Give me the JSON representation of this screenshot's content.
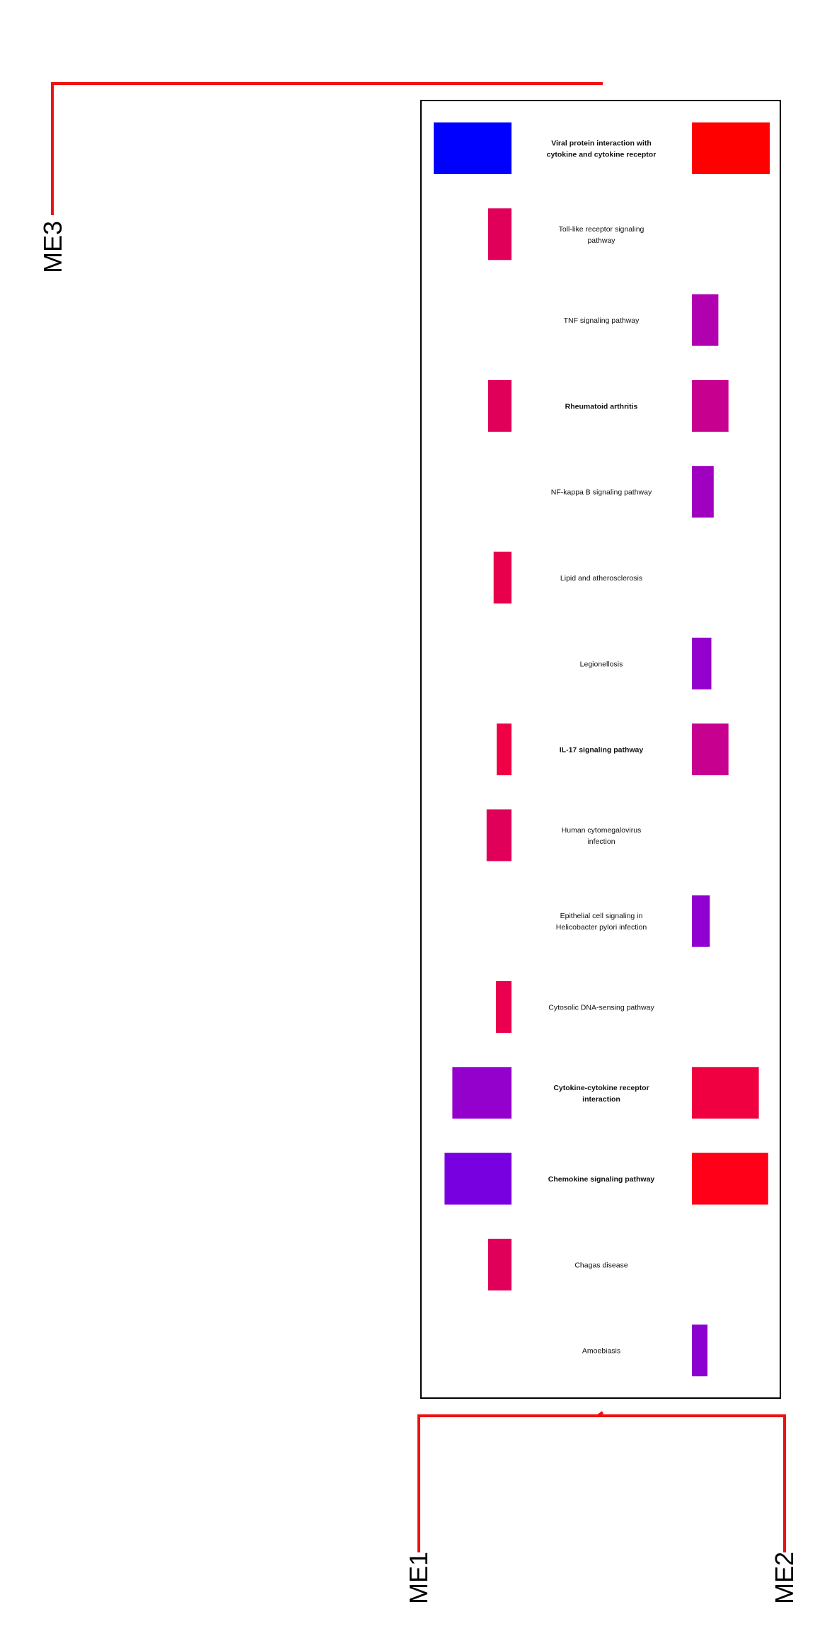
{
  "chart_data": {
    "type": "heatmap",
    "title": "",
    "modules": [
      {
        "id": "ME1",
        "label": "ME1"
      },
      {
        "id": "ME2",
        "label": "ME2"
      },
      {
        "id": "ME3",
        "label": "ME3"
      }
    ],
    "pathways": [
      {
        "label_lines": [
          "Viral protein interaction with",
          "cytokine and cytokine receptor"
        ],
        "bold": true,
        "left": {
          "value": 1.0,
          "color": "#0000ff"
        },
        "right": {
          "value": 1.0,
          "color": "#ff0000"
        }
      },
      {
        "label_lines": [
          "Toll-like receptor signaling",
          "pathway"
        ],
        "bold": false,
        "left": {
          "value": 0.3,
          "color": "#e0005a"
        },
        "right": null
      },
      {
        "label_lines": [
          "TNF signaling pathway"
        ],
        "bold": false,
        "left": null,
        "right": {
          "value": 0.34,
          "color": "#b000b0"
        }
      },
      {
        "label_lines": [
          "Rheumatoid arthritis"
        ],
        "bold": true,
        "left": {
          "value": 0.3,
          "color": "#e0005a"
        },
        "right": {
          "value": 0.47,
          "color": "#c80090"
        }
      },
      {
        "label_lines": [
          "NF-kappa B signaling pathway"
        ],
        "bold": false,
        "left": null,
        "right": {
          "value": 0.28,
          "color": "#a000c0"
        }
      },
      {
        "label_lines": [
          "Lipid and atherosclerosis"
        ],
        "bold": false,
        "left": {
          "value": 0.23,
          "color": "#e8004c"
        },
        "right": null
      },
      {
        "label_lines": [
          "Legionellosis"
        ],
        "bold": false,
        "left": null,
        "right": {
          "value": 0.25,
          "color": "#9400cc"
        }
      },
      {
        "label_lines": [
          "IL-17 signaling pathway"
        ],
        "bold": true,
        "left": {
          "value": 0.19,
          "color": "#f00044"
        },
        "right": {
          "value": 0.47,
          "color": "#c80090"
        }
      },
      {
        "label_lines": [
          "Human cytomegalovirus",
          "infection"
        ],
        "bold": false,
        "left": {
          "value": 0.32,
          "color": "#e0005a"
        },
        "right": null
      },
      {
        "label_lines": [
          "Epithelial cell signaling in",
          "Helicobacter pylori infection"
        ],
        "bold": false,
        "left": null,
        "right": {
          "value": 0.23,
          "color": "#9000d0"
        }
      },
      {
        "label_lines": [
          "Cytosolic DNA-sensing pathway"
        ],
        "bold": false,
        "left": {
          "value": 0.2,
          "color": "#ea004e"
        },
        "right": null
      },
      {
        "label_lines": [
          "Cytokine-cytokine receptor",
          "interaction"
        ],
        "bold": true,
        "left": {
          "value": 0.76,
          "color": "#9400cc"
        },
        "right": {
          "value": 0.86,
          "color": "#f00040"
        }
      },
      {
        "label_lines": [
          "Chemokine signaling pathway"
        ],
        "bold": true,
        "left": {
          "value": 0.86,
          "color": "#7800e0"
        },
        "right": {
          "value": 0.98,
          "color": "#ff0018"
        }
      },
      {
        "label_lines": [
          "Chagas disease"
        ],
        "bold": false,
        "left": {
          "value": 0.3,
          "color": "#e0005a"
        },
        "right": null
      },
      {
        "label_lines": [
          "Amoebiasis"
        ],
        "bold": false,
        "left": null,
        "right": {
          "value": 0.2,
          "color": "#8c00d0"
        }
      }
    ],
    "colors": {
      "tree_line": "#ee1111",
      "frame": "#000000"
    }
  }
}
